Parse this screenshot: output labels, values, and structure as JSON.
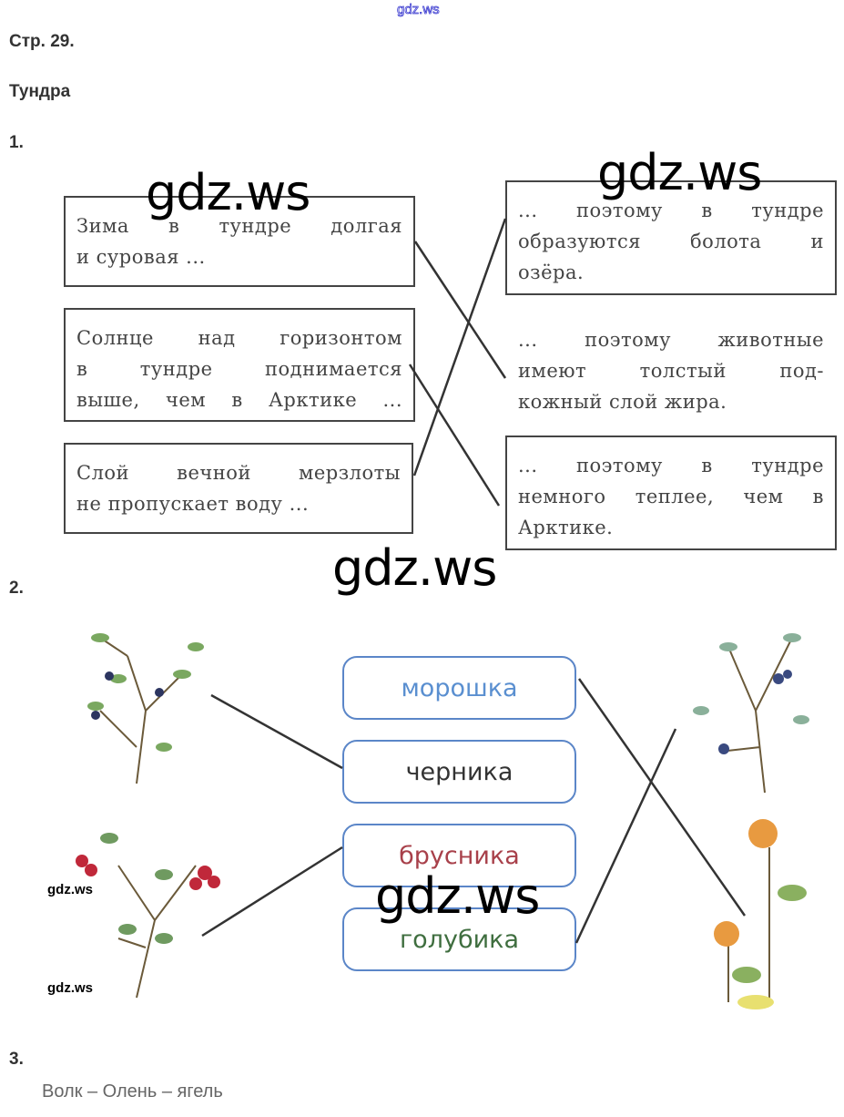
{
  "watermark": "gdz.ws",
  "header": {
    "page": "Стр. 29.",
    "topic": "Тундра"
  },
  "task1": {
    "number": "1.",
    "left": [
      [
        "Зима в тундре долгая",
        "и суровая ..."
      ],
      [
        "Солнце над горизонтом",
        "в тундре поднимается",
        "выше, чем в Арктике ..."
      ],
      [
        "Слой вечной мерзлоты",
        "не пропускает воду ..."
      ]
    ],
    "right": [
      [
        "... поэтому в тундре",
        "образуются болота и",
        "озёра."
      ],
      [
        "... поэтому животные",
        "имеют толстый под-",
        "кожный слой жира."
      ],
      [
        "... поэтому в тундре",
        "немного теплее, чем в",
        "Арктике."
      ]
    ]
  },
  "task2": {
    "number": "2.",
    "berries": [
      {
        "label": "морошка",
        "color": "#5a8fd0"
      },
      {
        "label": "черника",
        "color": "#333333"
      },
      {
        "label": "брусника",
        "color": "#a8404a"
      },
      {
        "label": "голубика",
        "color": "#3f6e3f"
      }
    ]
  },
  "task3": {
    "number": "3.",
    "answer": "Волк – Олень – ягель"
  }
}
